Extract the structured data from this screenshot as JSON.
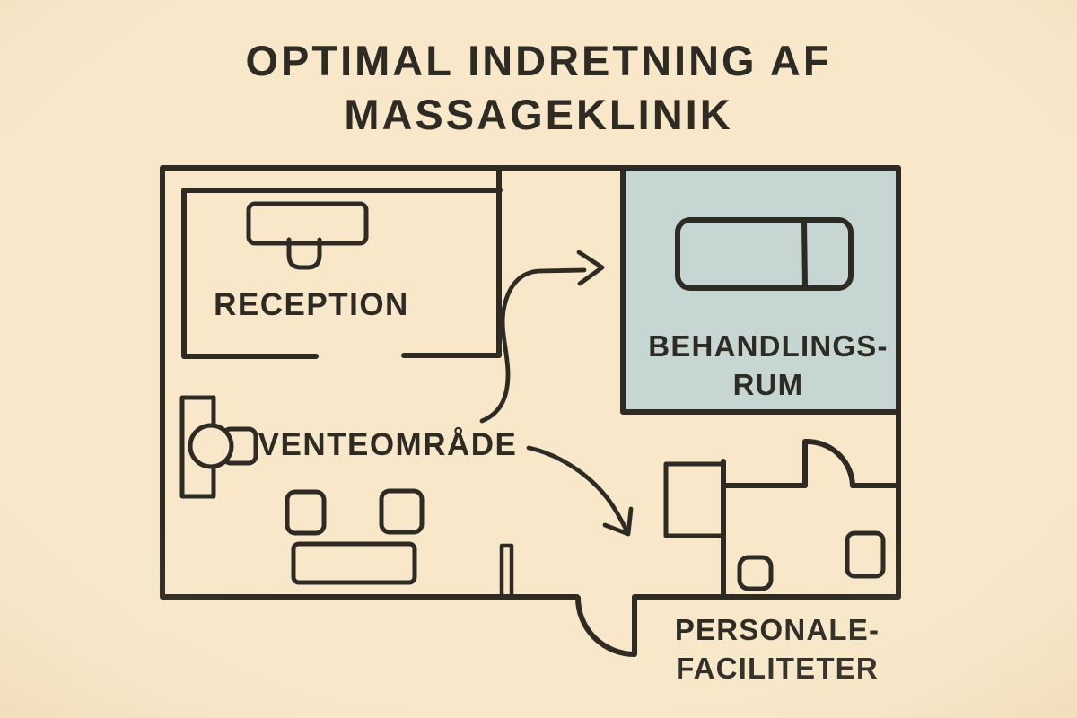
{
  "poster": {
    "title_line1": "OPTIMAL INDRETNING AF",
    "title_line2": "MASSAGEKLINIK"
  },
  "rooms": {
    "reception_label": "RECEPTION",
    "treatment_label_line1": "BEHANDLINGS-",
    "treatment_label_line2": "RUM",
    "waiting_label": "VENTEOMRÅDE",
    "staff_label_line1": "PERSONALE-",
    "staff_label_line2": "FACILITETER"
  },
  "colors": {
    "paper": "#f8e8c9",
    "ink": "#2e2b25",
    "treatment_room_fill": "#c6d6d2"
  },
  "diagram": {
    "type": "floor-plan",
    "flow_arrows": [
      "waiting-area-to-treatment-room",
      "waiting-area-to-staff-facilities"
    ],
    "doors": [
      "main-entrance-door",
      "staff-room-door"
    ],
    "furniture": [
      "reception-desk",
      "reception-chair",
      "massage-table",
      "waiting-side-table",
      "waiting-stool",
      "waiting-armchair",
      "waiting-chair-1",
      "waiting-chair-2",
      "waiting-sofa",
      "staff-counter",
      "staff-small-chair",
      "staff-side-chair"
    ]
  }
}
